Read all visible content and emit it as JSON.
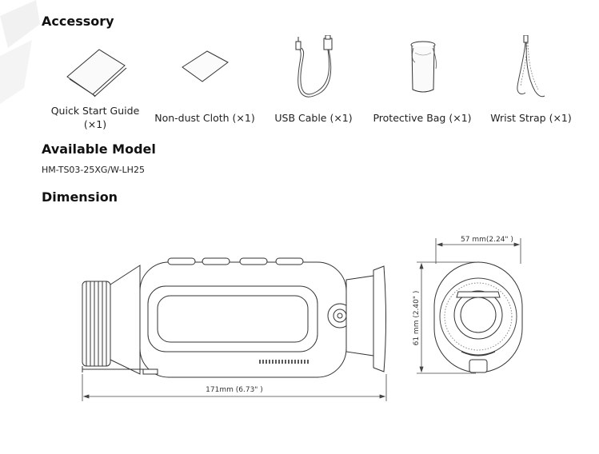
{
  "sections": {
    "accessory": "Accessory",
    "available_model": "Available Model",
    "dimension": "Dimension"
  },
  "accessories": [
    {
      "label_line1": "Quick Start Guide",
      "label_line2": "(×1)",
      "icon": "booklet-icon"
    },
    {
      "label": "Non-dust Cloth (×1)",
      "icon": "cloth-icon"
    },
    {
      "label": "USB Cable (×1)",
      "icon": "usb-cable-icon"
    },
    {
      "label": "Protective Bag (×1)",
      "icon": "protective-bag-icon"
    },
    {
      "label": "Wrist Strap (×1)",
      "icon": "wrist-strap-icon"
    }
  ],
  "model": "HM-TS03-25XG/W-LH25",
  "dimensions": {
    "length": "171mm (6.73\" )",
    "width": "57 mm(2.24\" )",
    "height": "61 mm (2.40\" )"
  }
}
